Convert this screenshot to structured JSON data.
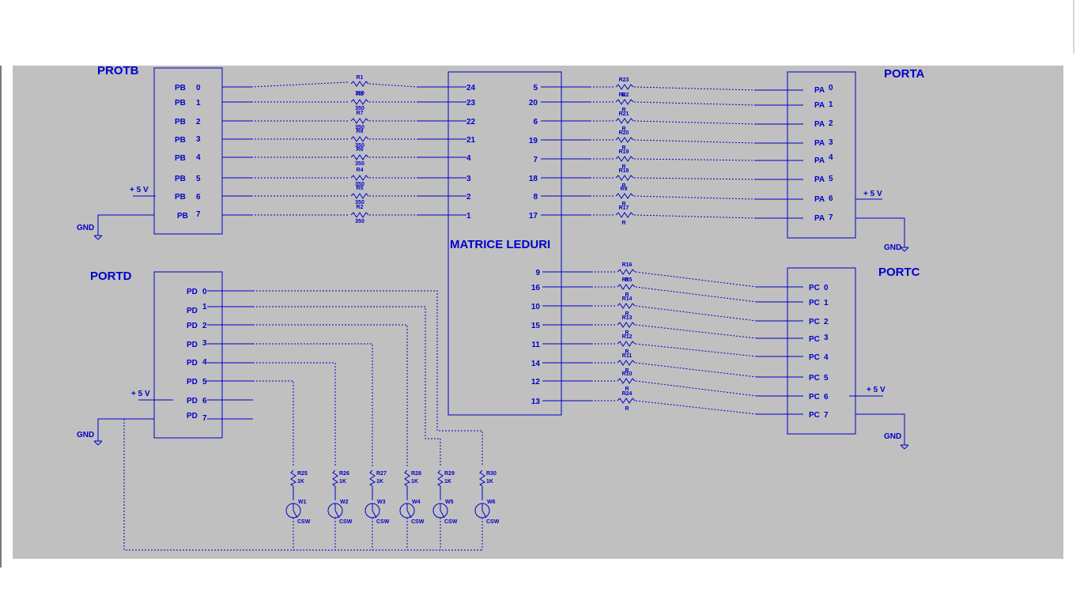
{
  "ports": {
    "portb": {
      "title": "PROTB",
      "prefix": "PB",
      "pins": [
        "0",
        "1",
        "2",
        "3",
        "4",
        "5",
        "6",
        "7"
      ],
      "vcc": "+ 5 V",
      "gnd": "GND"
    },
    "porta": {
      "title": "PORTA",
      "prefix": "PA",
      "pins": [
        "0",
        "1",
        "2",
        "3",
        "4",
        "5",
        "6",
        "7"
      ],
      "vcc": "+ 5 V",
      "gnd": "GND"
    },
    "portd": {
      "title": "PORTD",
      "prefix": "PD",
      "pins": [
        "0",
        "1",
        "2",
        "3",
        "4",
        "5",
        "6",
        "7"
      ],
      "vcc": "+ 5 V",
      "gnd": "GND"
    },
    "portc": {
      "title": "PORTC",
      "prefix": "PC",
      "pins": [
        "0",
        "1",
        "2",
        "3",
        "4",
        "5",
        "6",
        "7"
      ],
      "vcc": "+ 5 V",
      "gnd": "GND"
    }
  },
  "matrix": {
    "label": "MATRICE LEDURI",
    "left_pins": [
      "24",
      "23",
      "22",
      "21",
      "4",
      "3",
      "2",
      "1"
    ],
    "right_top_pins": [
      "5",
      "20",
      "6",
      "19",
      "7",
      "18",
      "8",
      "17"
    ],
    "right_bottom_pins": [
      "9",
      "16",
      "10",
      "15",
      "11",
      "14",
      "12",
      "13"
    ]
  },
  "resistors_b": [
    {
      "name": "R1",
      "value": "350"
    },
    {
      "name": "R3",
      "value": "350"
    },
    {
      "name": "R7",
      "value": "350"
    },
    {
      "name": "R8",
      "value": "350"
    },
    {
      "name": "R6",
      "value": "350"
    },
    {
      "name": "R4",
      "value": "350"
    },
    {
      "name": "R5",
      "value": "350"
    },
    {
      "name": "R2",
      "value": "350"
    }
  ],
  "resistors_a": [
    {
      "name": "R23",
      "value": "R"
    },
    {
      "name": "R22",
      "value": "R"
    },
    {
      "name": "R21",
      "value": "R"
    },
    {
      "name": "R20",
      "value": "R"
    },
    {
      "name": "R19",
      "value": "R"
    },
    {
      "name": "R18",
      "value": "R"
    },
    {
      "name": "R9",
      "value": "R"
    },
    {
      "name": "R17",
      "value": "R"
    }
  ],
  "resistors_c": [
    {
      "name": "R16",
      "value": "R"
    },
    {
      "name": "R15",
      "value": "R"
    },
    {
      "name": "R14",
      "value": "R"
    },
    {
      "name": "R13",
      "value": "R"
    },
    {
      "name": "R12",
      "value": "R"
    },
    {
      "name": "R11",
      "value": "R"
    },
    {
      "name": "R10",
      "value": "R"
    },
    {
      "name": "R24",
      "value": "R"
    }
  ],
  "switches": [
    {
      "resistor": "R25",
      "rvalue": "1K",
      "name": "W1",
      "type": "CSW"
    },
    {
      "resistor": "R26",
      "rvalue": "1K",
      "name": "W2",
      "type": "CSW"
    },
    {
      "resistor": "R27",
      "rvalue": "1K",
      "name": "W3",
      "type": "CSW"
    },
    {
      "resistor": "R28",
      "rvalue": "1K",
      "name": "W4",
      "type": "CSW"
    },
    {
      "resistor": "R29",
      "rvalue": "1K",
      "name": "W5",
      "type": "CSW"
    },
    {
      "resistor": "R30",
      "rvalue": "1K",
      "name": "W6",
      "type": "CSW"
    }
  ],
  "colors": {
    "wire": "#0000cc",
    "background": "#c0c0c0"
  }
}
